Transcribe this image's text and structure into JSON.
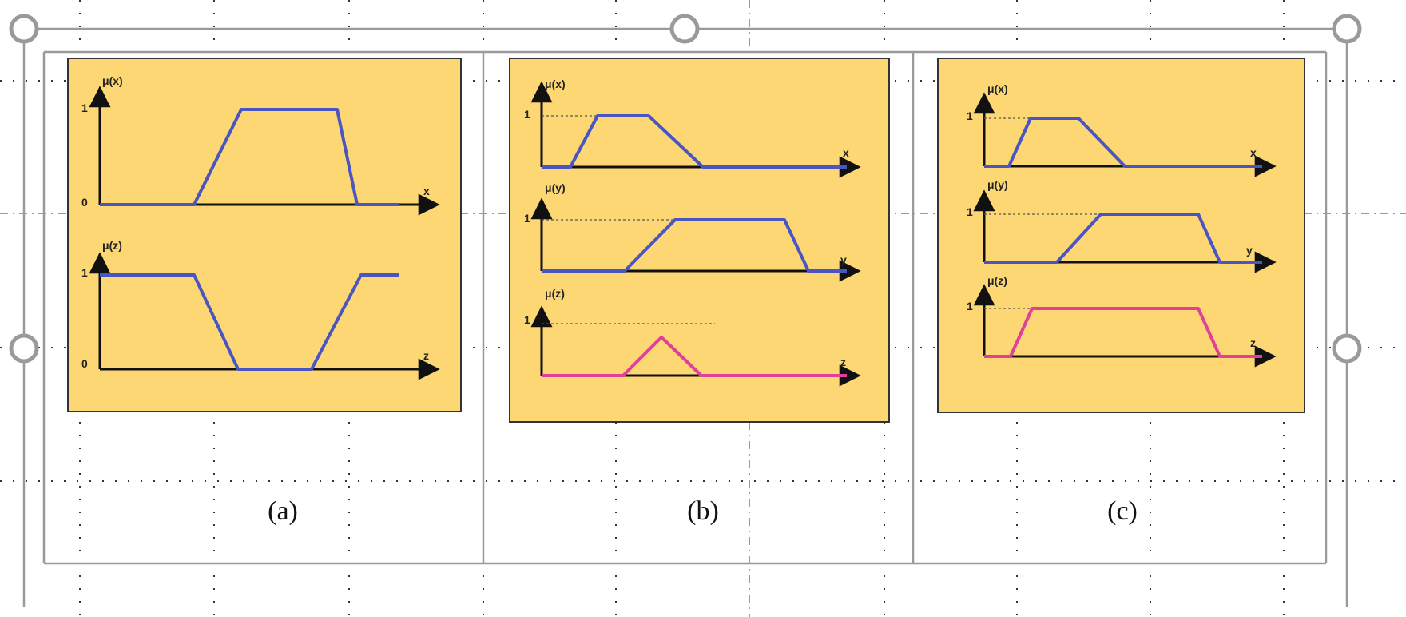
{
  "colors": {
    "panel_fill": "#FDD773",
    "panel_border": "#333333",
    "membership_line": "#4A55C4",
    "output_line": "#E0409A",
    "axis": "#111111",
    "grid_dots": "#333333",
    "frame": "#9a9a9a",
    "handle": "#9a9a9a"
  },
  "icons": {
    "selection_handle": "circle-handle-icon"
  },
  "panels": [
    {
      "caption": "(a)",
      "plots": [
        {
          "ylabel": "μ(x)",
          "xlabel": "x",
          "tick_top": "1",
          "tick_bottom": "0",
          "color": "membership_line"
        },
        {
          "ylabel": "μ(z)",
          "xlabel": "z",
          "tick_top": "1",
          "tick_bottom": "0",
          "color": "membership_line"
        }
      ]
    },
    {
      "caption": "(b)",
      "plots": [
        {
          "ylabel": "μ(x)",
          "xlabel": "x",
          "tick_top": "1",
          "color": "membership_line"
        },
        {
          "ylabel": "μ(y)",
          "xlabel": "y",
          "tick_top": "1",
          "color": "membership_line"
        },
        {
          "ylabel": "μ(z)",
          "xlabel": "z",
          "tick_top": "1",
          "color": "output_line"
        }
      ]
    },
    {
      "caption": "(c)",
      "plots": [
        {
          "ylabel": "μ(x)",
          "xlabel": "x",
          "tick_top": "1",
          "color": "membership_line"
        },
        {
          "ylabel": "μ(y)",
          "xlabel": "y",
          "tick_top": "1",
          "color": "membership_line"
        },
        {
          "ylabel": "μ(z)",
          "xlabel": "z",
          "tick_top": "1",
          "color": "output_line"
        }
      ]
    }
  ]
}
